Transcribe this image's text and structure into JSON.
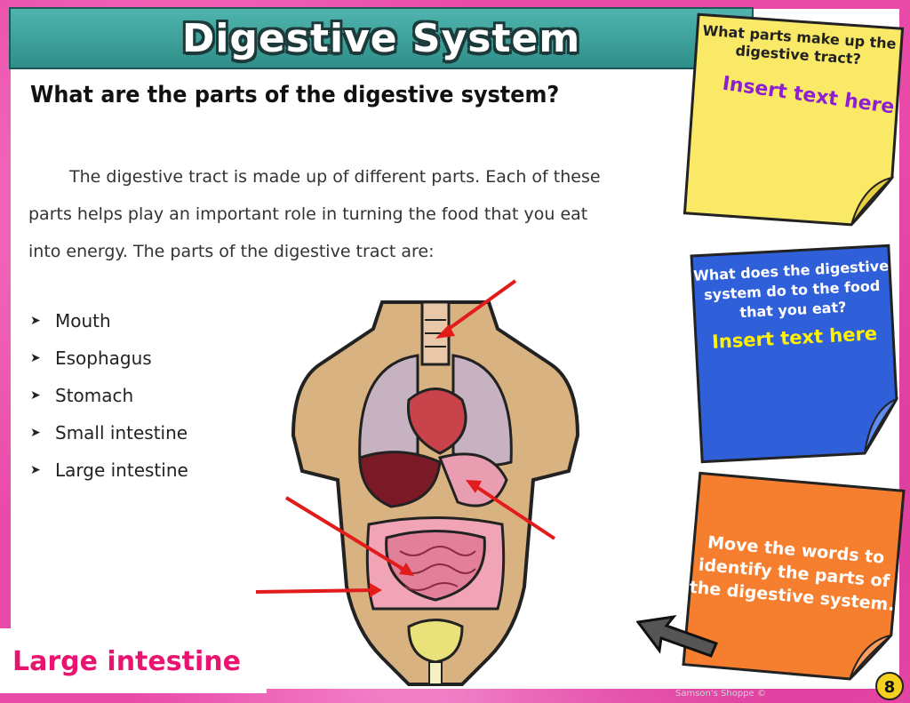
{
  "banner": {
    "title": "Digestive System"
  },
  "question": "What are the parts of the digestive system?",
  "paragraph": {
    "line1": "The digestive tract is made up of different parts. Each of these",
    "line2": "parts helps play an important role in turning the food that you eat",
    "line3": "into energy. The parts of the digestive tract are:"
  },
  "parts": [
    "Mouth",
    "Esophagus",
    "Stomach",
    "Small intestine",
    "Large intestine"
  ],
  "bullet_icon": "arrowhead-bullet-icon",
  "notes": {
    "yellow": {
      "question_line1": "What parts make up the",
      "question_line2": "digestive tract?",
      "insert": "Insert text here",
      "color": "#f9e967"
    },
    "blue": {
      "question_line1": "What does the digestive",
      "question_line2": "system do to the food",
      "question_line3": "that you eat?",
      "insert": "Insert text here",
      "color": "#2f5fd9"
    },
    "orange": {
      "line1": "Move the words to",
      "line2": "identify the parts of",
      "line3": "the digestive system.",
      "color": "#f57f2f"
    }
  },
  "draggable_label": "Large intestine",
  "footer": {
    "watermark": "Samson's Shoppe ©",
    "page_number": "8"
  },
  "colors": {
    "accent_teal": "#3fa39d",
    "frame_pink": "#e94aa8",
    "arrow_red": "#e21b1b",
    "label_pink": "#e8146f"
  }
}
